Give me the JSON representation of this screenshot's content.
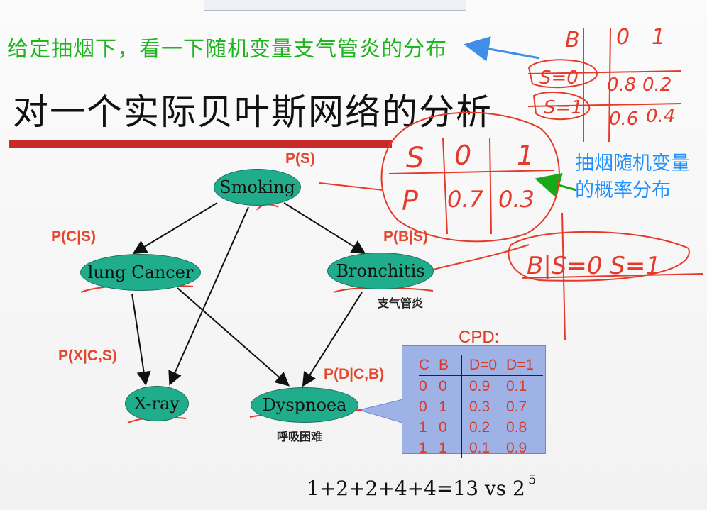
{
  "annotations": {
    "green_note": "给定抽烟下，看一下随机变量支气管炎的分布",
    "blue_note": "抽烟随机变量的概率分布"
  },
  "slide": {
    "title": "对一个实际贝叶斯网络的分析"
  },
  "network": {
    "nodes": {
      "smoking": "Smoking",
      "lung_cancer": "lung Cancer",
      "bronchitis": "Bronchitis",
      "xray": "X-ray",
      "dyspnoea": "Dyspnoea"
    },
    "node_subtitles": {
      "bronchitis": "支气管炎",
      "dyspnoea": "呼吸困难"
    },
    "prob_labels": {
      "p_s": "P(S)",
      "p_c_s": "P(C|S)",
      "p_b_s": "P(B|S)",
      "p_x_cs": "P(X|C,S)",
      "p_d_cb": "P(D|C,B)"
    }
  },
  "cpd": {
    "title": "CPD:",
    "headers": [
      "C",
      "B",
      "D=0",
      "D=1"
    ],
    "rows": [
      [
        "0",
        "0",
        "0.9",
        "0.1"
      ],
      [
        "0",
        "1",
        "0.3",
        "0.7"
      ],
      [
        "1",
        "0",
        "0.2",
        "0.8"
      ],
      [
        "1",
        "1",
        "0.1",
        "0.9"
      ]
    ]
  },
  "equation": {
    "text": "1+2+2+4+4=13 vs 2",
    "exponent": "5"
  },
  "handwriting": {
    "table_top": {
      "header_b": "B",
      "header_0": "0",
      "header_1": "1",
      "row1_label": "S=0",
      "row1_v0": "0.8",
      "row1_v1": "0.2",
      "row2_label": "S=1",
      "row2_v0": "0.6",
      "row2_v1": "0.4"
    },
    "table_s": {
      "header_s": "S",
      "header_0": "0",
      "header_1": "1",
      "row_label": "P",
      "v0": "0.7",
      "v1": "0.3"
    },
    "bottom_notes": "B|S=0 S=1"
  },
  "colors": {
    "node_fill": "#20ad8b",
    "red_ink": "#e53a2a",
    "green_text": "#1fb51f",
    "blue_text": "#1e90ff",
    "cpd_box": "#9fb2e6",
    "title_bar": "#c62a2a"
  }
}
